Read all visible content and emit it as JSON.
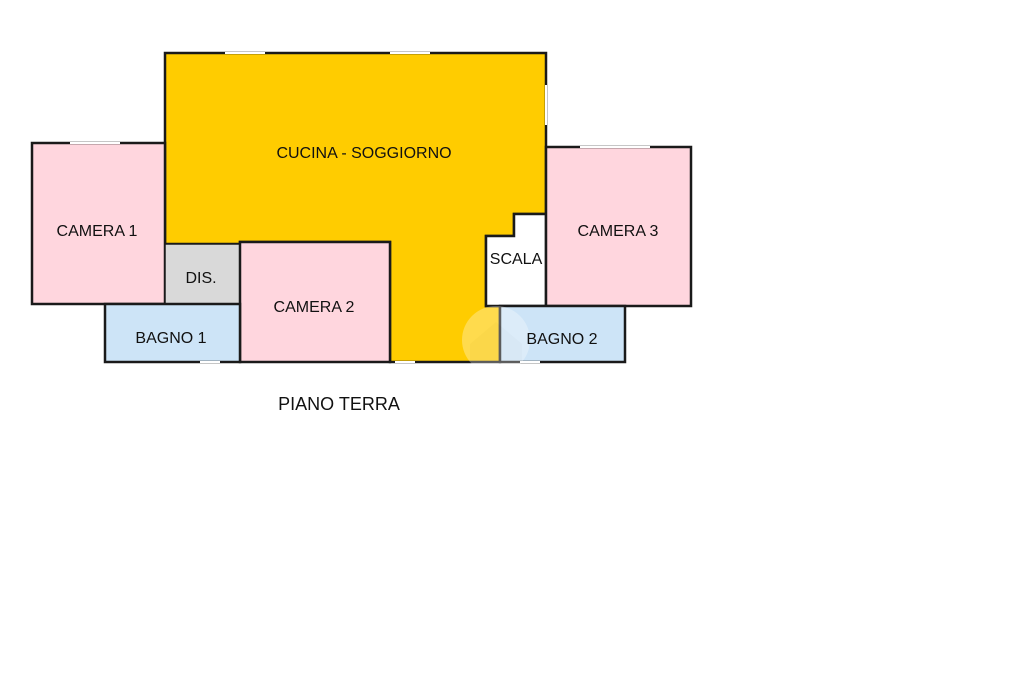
{
  "plan": {
    "floor_label": "PIANO TERRA",
    "rooms": {
      "cucina_soggiorno": "CUCINA - SOGGIORNO",
      "camera_1": "CAMERA 1",
      "camera_2": "CAMERA 2",
      "camera_3": "CAMERA 3",
      "dis": "DIS.",
      "bagno_1": "BAGNO 1",
      "bagno_2": "BAGNO 2",
      "scala": "SCALA"
    },
    "colors": {
      "living_area": "#FFCC00",
      "bedroom": "#FFD6DE",
      "bathroom": "#CDE4F7",
      "hallway": "#D9D9D9",
      "stair": "#FFFFFF",
      "wall": "#1A1A1A"
    }
  }
}
